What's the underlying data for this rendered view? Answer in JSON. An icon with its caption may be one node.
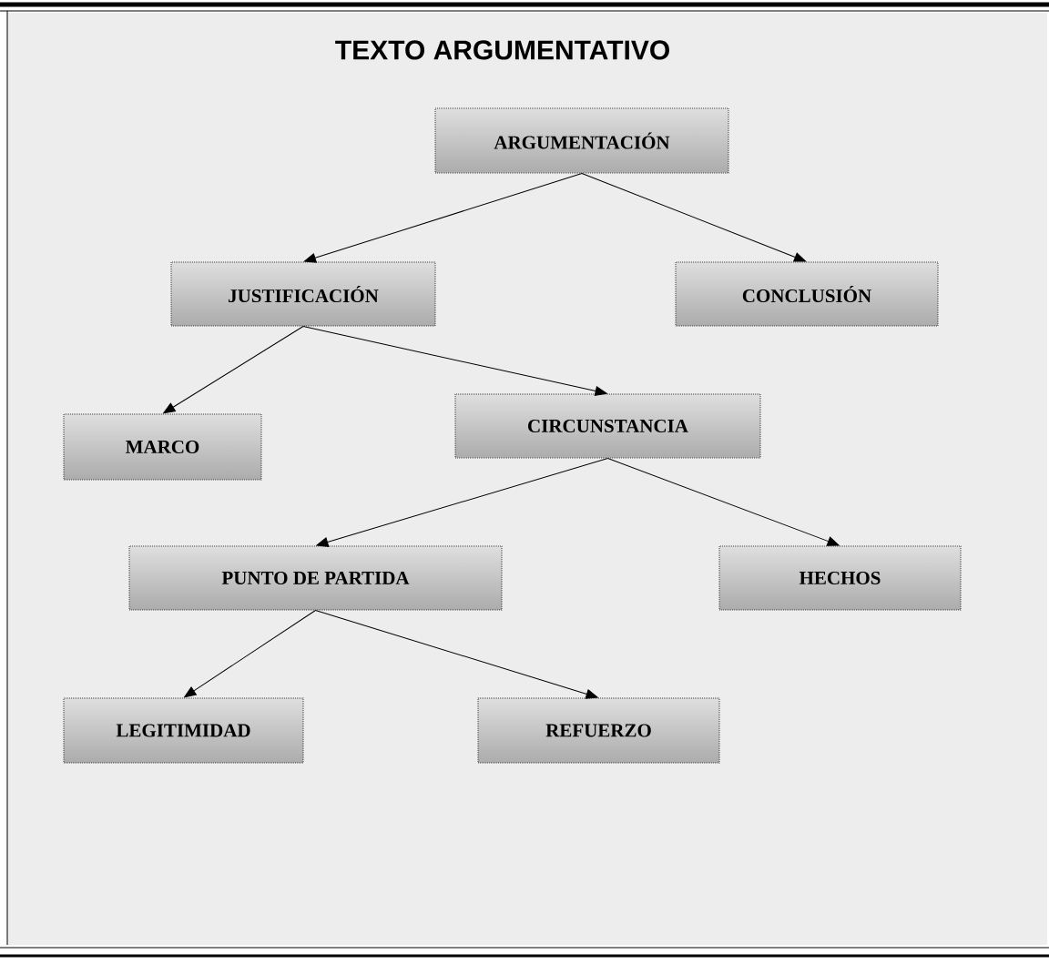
{
  "diagram": {
    "title": "TEXTO  ARGUMENTATIVO",
    "nodes": [
      {
        "text": [
          "ARGUMENTACIÓN"
        ]
      },
      {
        "text": [
          "JUSTIFICACIÓN"
        ]
      },
      {
        "text": [
          "CONCLUSIÓN"
        ]
      },
      {
        "text": [
          "MARCO"
        ]
      },
      {
        "text": [
          "CIRCUNSTANCIA"
        ]
      },
      {
        "text": [
          "PUNTO DE PARTIDA"
        ]
      },
      {
        "text": [
          "HECHOS"
        ]
      },
      {
        "text": [
          "LEGITIMIDAD"
        ]
      },
      {
        "text": [
          "REFUERZO"
        ]
      }
    ],
    "edges": [
      {
        "from": 0,
        "to": 1,
        "arrow": "to"
      },
      {
        "from": 0,
        "to": 2,
        "arrow": "to"
      },
      {
        "from": 1,
        "to": 3,
        "arrow": "to"
      },
      {
        "from": 1,
        "to": 4,
        "arrow": "to"
      },
      {
        "from": 4,
        "to": 5,
        "arrow": "to"
      },
      {
        "from": 4,
        "to": 6,
        "arrow": "to"
      },
      {
        "from": 5,
        "to": 7,
        "arrow": "to"
      },
      {
        "from": 5,
        "to": 8,
        "arrow": "to"
      }
    ]
  }
}
